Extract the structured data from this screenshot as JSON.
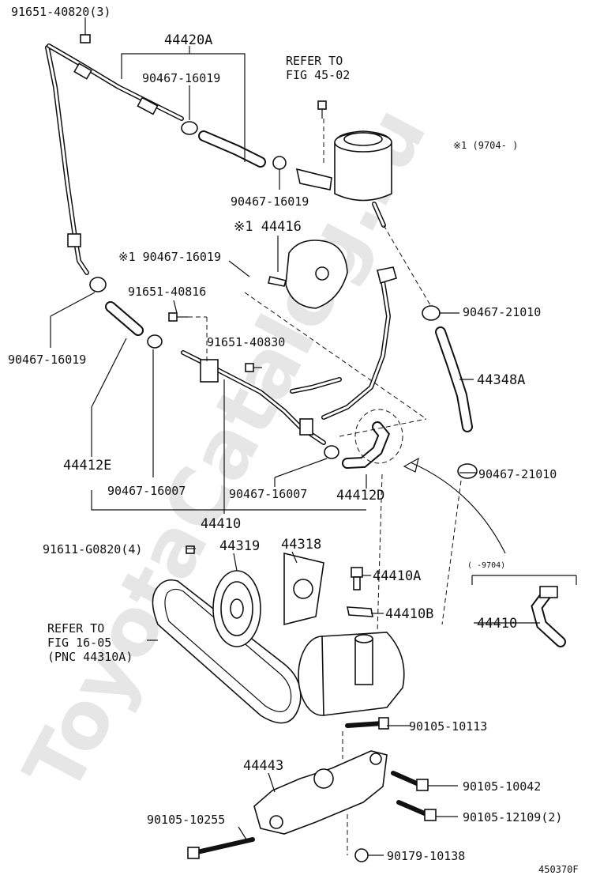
{
  "watermark": "ToyotaCatalog.ru",
  "figure_code": "450370F",
  "labels": {
    "p_91651_40820": "91651-40820(3)",
    "p_44420A": "44420A",
    "p_90467_16019_a": "90467-16019",
    "refer_fig_45": "REFER TO",
    "refer_fig_45_b": "FIG 45-02",
    "note_1": "※1 (9704-  )",
    "p_90467_16019_b": "90467-16019",
    "p_44416": "※1 44416",
    "p_90467_16019_c": "※1 90467-16019",
    "p_90467_21010_a": "90467-21010",
    "p_91651_40816": "91651-40816",
    "p_90467_16019_d": "90467-16019",
    "p_91651_40830": "91651-40830",
    "p_44348A": "44348A",
    "p_44412E": "44412E",
    "p_90467_21010_b": "90467-21010",
    "p_90467_16007_a": "90467-16007",
    "p_90467_16007_b": "90467-16007",
    "p_44412D": "44412D",
    "p_44410": "44410",
    "p_91611_G0820": "91611-G0820(4)",
    "p_44319": "44319",
    "p_44318": "44318",
    "p_44410A": "44410A",
    "note_2": "(  -9704)",
    "refer_fig_16": "REFER TO",
    "refer_fig_16_b": "FIG 16-05",
    "refer_fig_16_c": "(PNC 44310A)",
    "p_44410B": "44410B",
    "p_44410_b": "44410",
    "p_90105_10113": "90105-10113",
    "p_44443": "44443",
    "p_90105_10042": "90105-10042",
    "p_90105_10255": "90105-10255",
    "p_90105_12109": "90105-12109(2)",
    "p_90179_10138": "90179-10138"
  }
}
